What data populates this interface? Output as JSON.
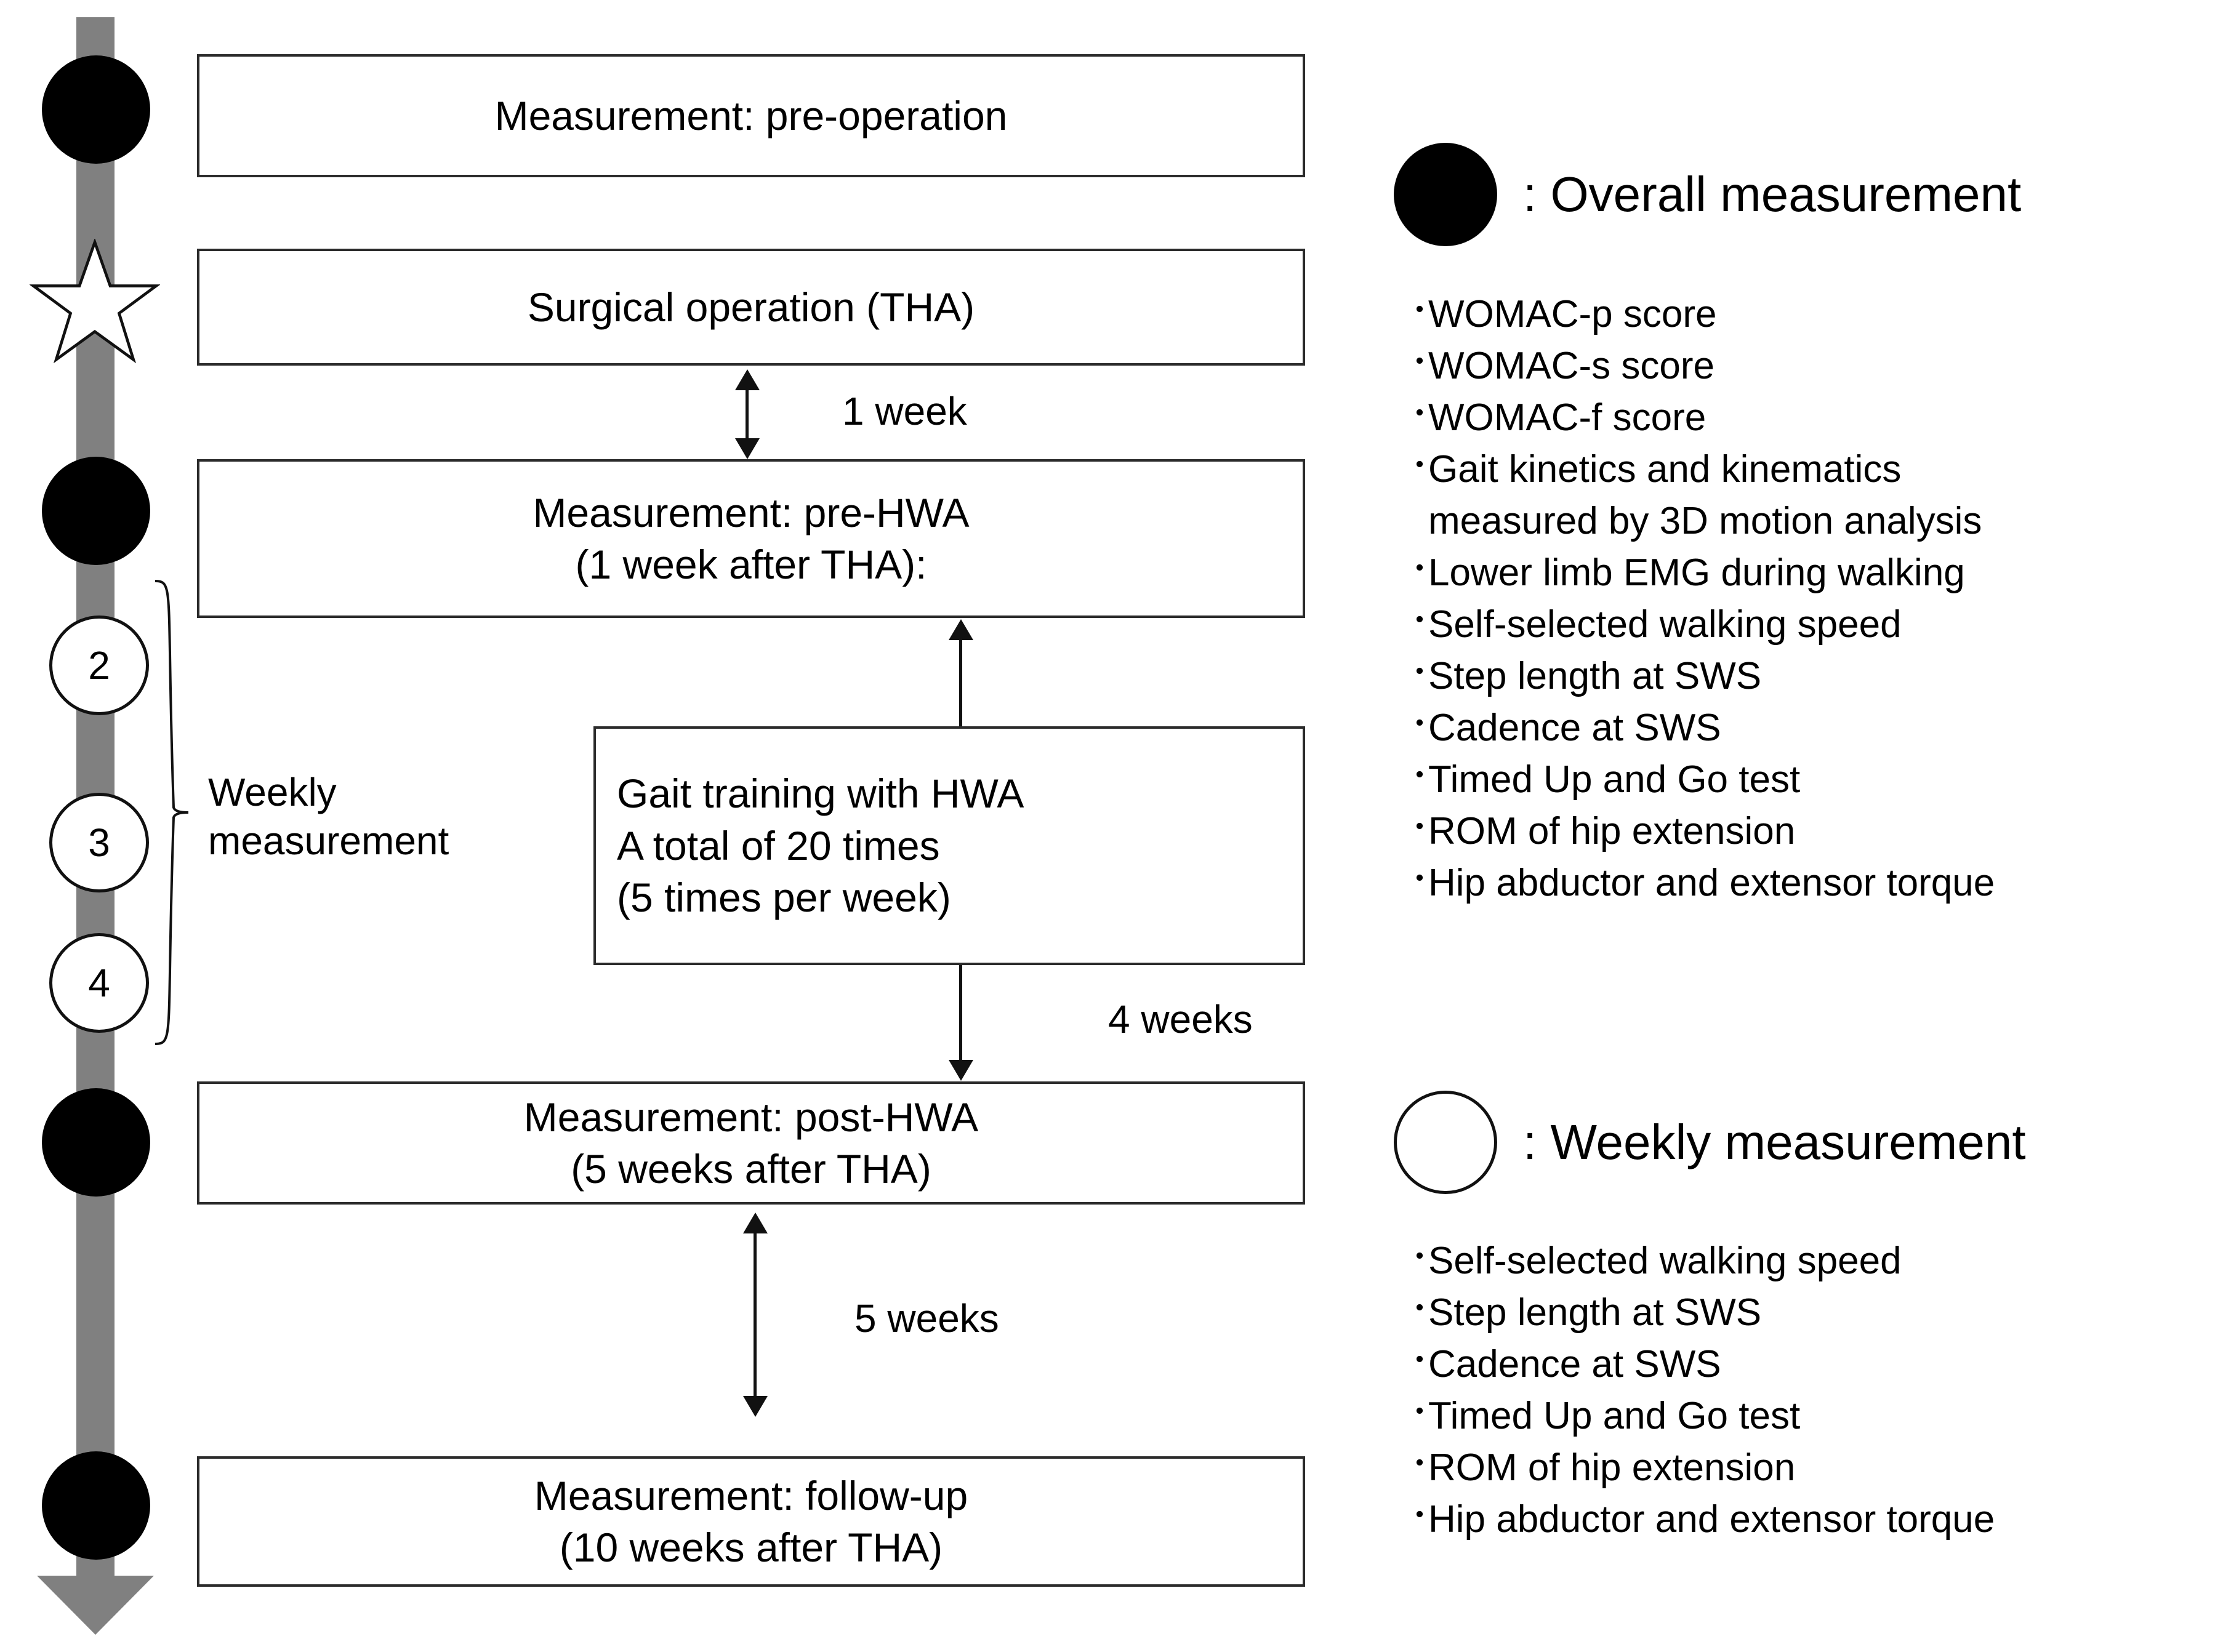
{
  "timeline": {
    "nodes": [
      {
        "type": "overall-measurement-node",
        "label": ""
      },
      {
        "type": "surgery-star-node",
        "label": ""
      },
      {
        "type": "overall-measurement-node",
        "label": ""
      },
      {
        "type": "weekly-measurement-node",
        "label": "2"
      },
      {
        "type": "weekly-measurement-node",
        "label": "3"
      },
      {
        "type": "weekly-measurement-node",
        "label": "4"
      },
      {
        "type": "overall-measurement-node",
        "label": ""
      },
      {
        "type": "overall-measurement-node",
        "label": ""
      }
    ],
    "bracket_label_line1": "Weekly",
    "bracket_label_line2": "measurement"
  },
  "flow": {
    "boxes": [
      {
        "id": "measurement-pre-operation",
        "lines": [
          "Measurement: pre-operation"
        ]
      },
      {
        "id": "surgical-operation",
        "lines": [
          "Surgical operation (THA)"
        ]
      },
      {
        "id": "measurement-pre-hwa",
        "lines": [
          "Measurement: pre-HWA",
          "(1 week after THA):"
        ]
      },
      {
        "id": "gait-training",
        "lines": [
          "Gait training with HWA",
          "A total of 20 times",
          "(5 times per week)"
        ]
      },
      {
        "id": "measurement-post-hwa",
        "lines": [
          "Measurement: post-HWA",
          "(5 weeks after THA)"
        ]
      },
      {
        "id": "measurement-follow-up",
        "lines": [
          "Measurement: follow-up",
          "(10 weeks after THA)"
        ]
      }
    ],
    "connector_labels": {
      "one_week": "1 week",
      "four_weeks": "4 weeks",
      "five_weeks": "5 weeks"
    }
  },
  "legend": {
    "overall": {
      "title": ": Overall measurement",
      "items": [
        "WOMAC-p score",
        "WOMAC-s score",
        "WOMAC-f score",
        "Gait kinetics and kinematics",
        "measured by 3D motion analysis",
        "Lower limb EMG during walking",
        "Self-selected walking speed",
        "Step length at SWS",
        "Cadence at SWS",
        "Timed Up and Go test",
        "ROM of hip extension",
        "Hip abductor and extensor torque"
      ],
      "bulleted": [
        true,
        true,
        true,
        true,
        false,
        true,
        true,
        true,
        true,
        true,
        true,
        true
      ]
    },
    "weekly": {
      "title": ": Weekly measurement",
      "items": [
        "Self-selected walking speed",
        "Step length at SWS",
        "Cadence at SWS",
        "Timed Up and Go test",
        "ROM of hip extension",
        "Hip abductor and extensor torque"
      ],
      "bulleted": [
        true,
        true,
        true,
        true,
        true,
        true
      ]
    },
    "bullet_glyph": "・"
  },
  "colors": {
    "timeline_bar": "#808080",
    "node_fill": "#000000",
    "box_border": "#2b2b2b",
    "text": "#000000",
    "background": "#ffffff"
  }
}
